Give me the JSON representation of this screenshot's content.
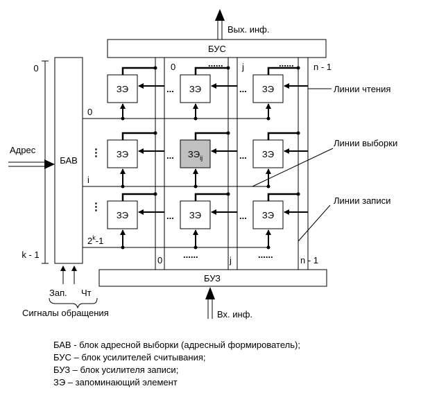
{
  "blocks": {
    "bus": "БУС",
    "buz": "БУЗ",
    "bav": "БАВ"
  },
  "io": {
    "out": "Вых. инф.",
    "in": "Вх. инф."
  },
  "address": {
    "label": "Адрес",
    "top": "0",
    "bottom": "k - 1"
  },
  "rows": [
    "0",
    "i",
    "2",
    "k",
    "-1"
  ],
  "columns_top": [
    "0",
    "j",
    "n - 1"
  ],
  "columns_bottom": [
    "0",
    "j",
    "n - 1"
  ],
  "cells": {
    "normal": "ЗЭ",
    "selected_base": "ЗЭ",
    "selected_sub": "ij",
    "selected_fill": "#c0c0c0"
  },
  "lines": {
    "read": "Линии чтения",
    "select": "Линии выборки",
    "write": "Линии записи"
  },
  "signals": {
    "write": "Зап.",
    "read": "Чт",
    "caption": "Сигналы обращения"
  },
  "dots": {
    "h3": "...",
    "v": "⋮",
    "long": "......"
  },
  "legend": [
    "БАВ - блок адресной выборки (адресный формирователь);",
    "БУС – блок усилителей считывания;",
    "БУЗ – блок усилителя записи;",
    "ЗЭ – запоминающий элемент"
  ]
}
